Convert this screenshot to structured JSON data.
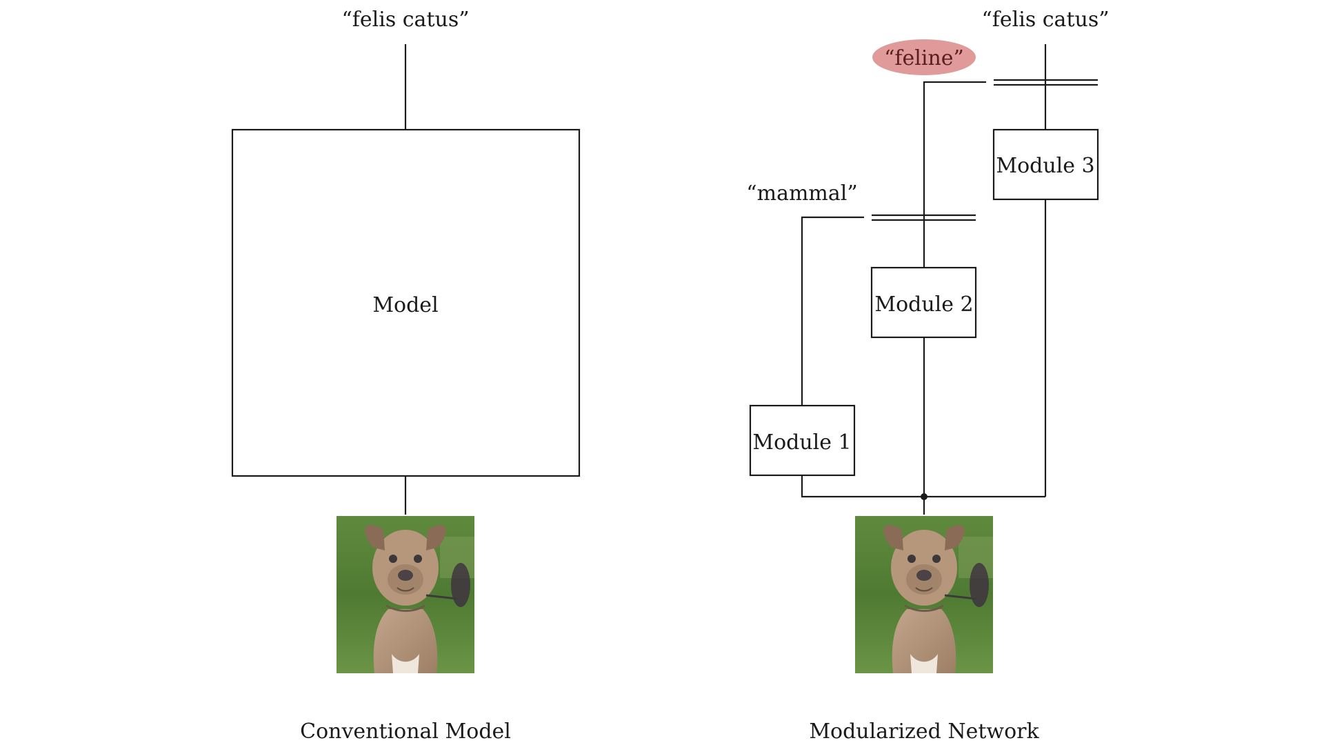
{
  "conventional": {
    "output_label": "“felis catus”",
    "model_label": "Model",
    "caption": "Conventional Model",
    "input_image": "pit bull dog photo"
  },
  "modular": {
    "output_label": "“felis catus”",
    "feline_label": "“feline”",
    "mammal_label": "“mammal”",
    "module1_label": "Module 1",
    "module2_label": "Module 2",
    "module3_label": "Module 3",
    "caption": "Modularized Network",
    "input_image": "pit bull dog photo"
  },
  "colors": {
    "feline_highlight": "#e09a9a",
    "stroke": "#1a1a1a"
  }
}
